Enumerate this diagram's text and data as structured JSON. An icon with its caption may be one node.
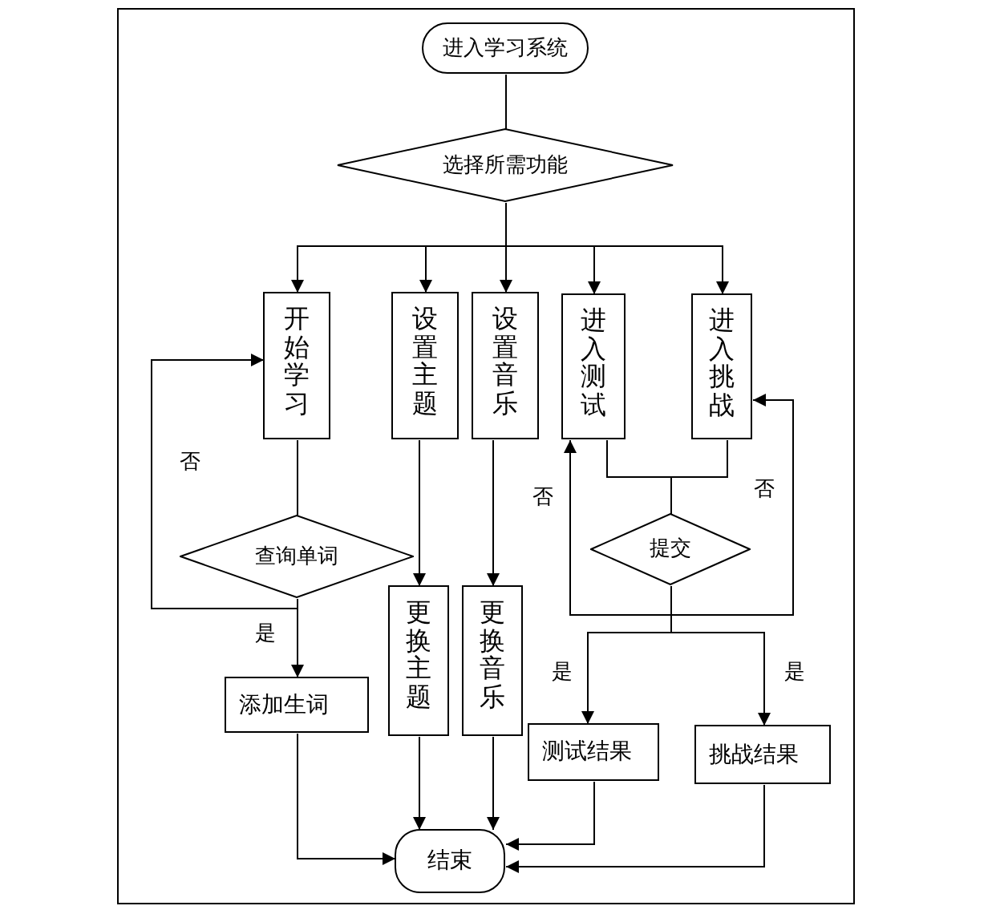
{
  "diagram": {
    "nodes": [
      {
        "text": [
          "进入学习系统"
        ]
      },
      {
        "text": [
          "选择所需功能"
        ]
      },
      {
        "text": [
          "开始学习"
        ]
      },
      {
        "text": [
          "设置主题"
        ]
      },
      {
        "text": [
          "设置音乐"
        ]
      },
      {
        "text": [
          "进入测试"
        ]
      },
      {
        "text": [
          "进入挑战"
        ]
      },
      {
        "text": [
          "查询单词"
        ]
      },
      {
        "text": [
          "提交"
        ]
      },
      {
        "text": [
          "添加生词"
        ]
      },
      {
        "text": [
          "更换主题"
        ]
      },
      {
        "text": [
          "更换音乐"
        ]
      },
      {
        "text": [
          "测试结果"
        ]
      },
      {
        "text": [
          "挑战结果"
        ]
      },
      {
        "text": [
          "结束"
        ]
      }
    ],
    "edges": [
      {
        "from": 0,
        "to": 1,
        "arrow": "none"
      },
      {
        "from": 1,
        "to": 2,
        "arrow": "to"
      },
      {
        "from": 1,
        "to": 3,
        "arrow": "to"
      },
      {
        "from": 1,
        "to": 4,
        "arrow": "to"
      },
      {
        "from": 1,
        "to": 5,
        "arrow": "to"
      },
      {
        "from": 1,
        "to": 6,
        "arrow": "to"
      },
      {
        "from": 2,
        "to": 7,
        "arrow": "none"
      },
      {
        "from": 7,
        "to": 9,
        "arrow": "to",
        "label": "是"
      },
      {
        "from": 7,
        "to": 2,
        "arrow": "to",
        "label": "否"
      },
      {
        "from": 3,
        "to": 10,
        "arrow": "to"
      },
      {
        "from": 4,
        "to": 11,
        "arrow": "to"
      },
      {
        "from": 5,
        "to": 8,
        "arrow": "none"
      },
      {
        "from": 6,
        "to": 8,
        "arrow": "none"
      },
      {
        "from": 8,
        "to": 5,
        "arrow": "to",
        "label": "否"
      },
      {
        "from": 8,
        "to": 6,
        "arrow": "to",
        "label": "否"
      },
      {
        "from": 8,
        "to": 12,
        "arrow": "to",
        "label": "是"
      },
      {
        "from": 8,
        "to": 13,
        "arrow": "to",
        "label": "是"
      },
      {
        "from": 9,
        "to": 14,
        "arrow": "to"
      },
      {
        "from": 10,
        "to": 14,
        "arrow": "to"
      },
      {
        "from": 11,
        "to": 14,
        "arrow": "to"
      },
      {
        "from": 12,
        "to": 14,
        "arrow": "to"
      },
      {
        "from": 13,
        "to": 14,
        "arrow": "to"
      }
    ]
  }
}
